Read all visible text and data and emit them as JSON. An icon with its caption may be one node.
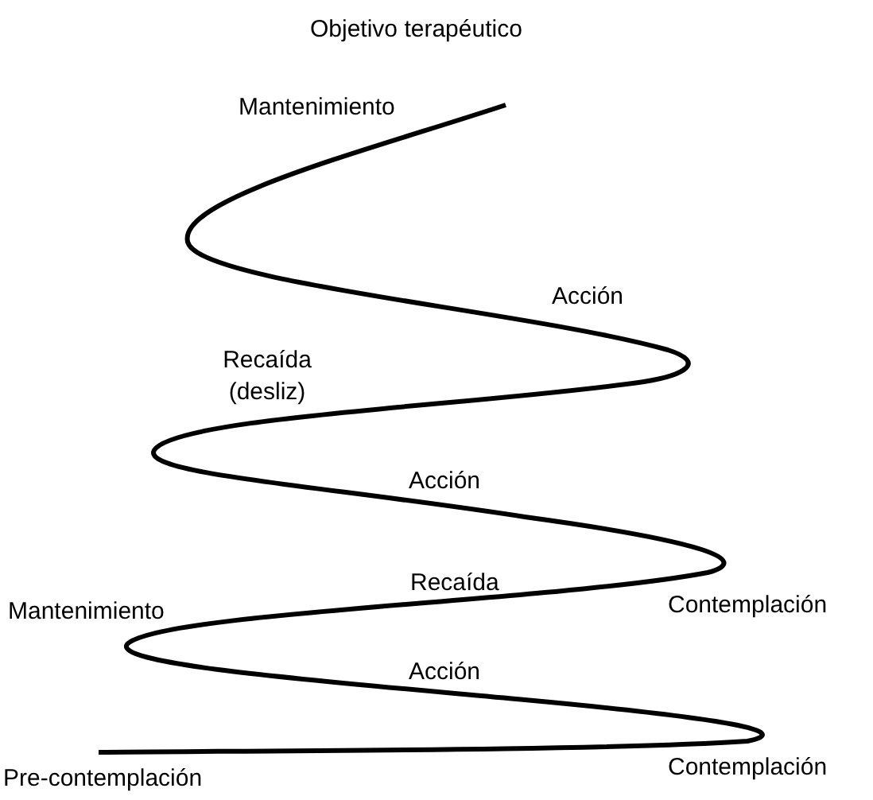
{
  "diagram": {
    "title": "Objetivo terapéutico",
    "labels": [
      "Mantenimiento",
      "Acción",
      "Recaída (desliz)",
      "Acción",
      "Recaída",
      "Contemplación",
      "Mantenimiento",
      "Acción",
      "Contemplación",
      "Pre-contemplación"
    ]
  }
}
